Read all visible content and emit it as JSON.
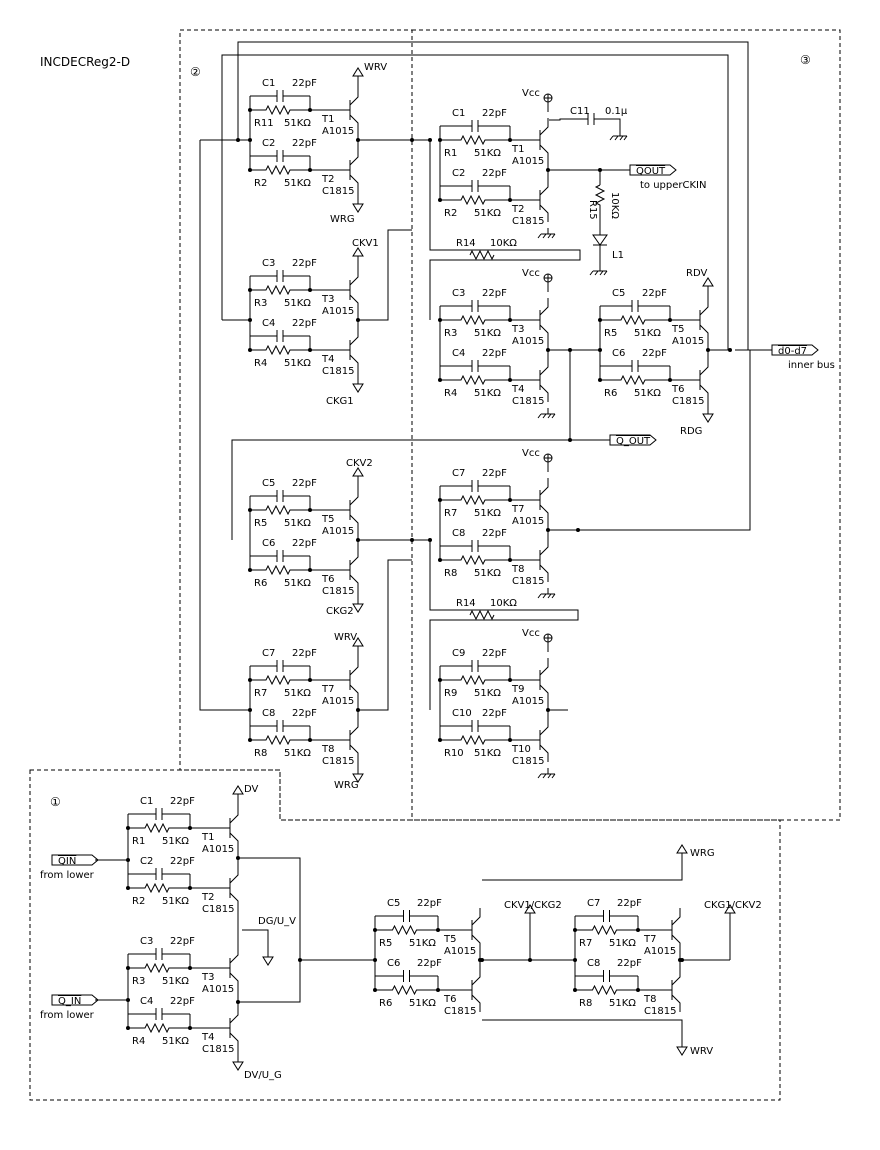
{
  "title": "INCDECReg2-D",
  "section_labels": {
    "s1": "①",
    "s2": "②",
    "s3": "③"
  },
  "values": {
    "cap": "22pF",
    "res": "51KΩ",
    "res10k": "10KΩ",
    "cap01": "0.1μ"
  },
  "types": {
    "pnp": "A1015",
    "npn": "C1815"
  },
  "supplies": {
    "vcc": "Vcc",
    "wrv": "WRV",
    "wrg": "WRG",
    "ckv1": "CKV1",
    "ckg1": "CKG1",
    "ckv2": "CKV2",
    "ckg2": "CKG2",
    "rdv": "RDV",
    "rdg": "RDG",
    "dv": "DV",
    "dgu": "DG/U_V",
    "dvug": "DV/U_G",
    "ckv1ckg2": "CKV1/CKG2",
    "ckg1ckv2": "CKG1/CKV2"
  },
  "ports": {
    "qout": "QOUT",
    "qout_desc": "to upperCKIN",
    "q_out": "Q_OUT",
    "bus": "d0-d7",
    "bus_desc": "inner bus",
    "qin": "QIN",
    "q_in": "Q_IN",
    "from_lower": "from lower"
  },
  "refs": {
    "C1": "C1",
    "C2": "C2",
    "C3": "C3",
    "C4": "C4",
    "C5": "C5",
    "C6": "C6",
    "C7": "C7",
    "C8": "C8",
    "C9": "C9",
    "C10": "C10",
    "C11": "C11",
    "R1": "R1",
    "R2": "R2",
    "R3": "R3",
    "R4": "R4",
    "R5": "R5",
    "R6": "R6",
    "R7": "R7",
    "R8": "R8",
    "R9": "R9",
    "R10": "R10",
    "R11": "R11",
    "R14": "R14",
    "R15": "R15",
    "T1": "T1",
    "T2": "T2",
    "T3": "T3",
    "T4": "T4",
    "T5": "T5",
    "T6": "T6",
    "T7": "T7",
    "T8": "T8",
    "T9": "T9",
    "T10": "T10",
    "L1": "L1"
  }
}
